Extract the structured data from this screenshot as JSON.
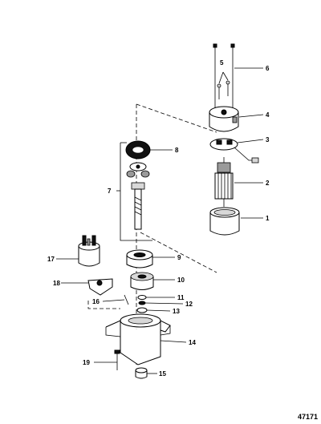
{
  "figure_number": "47171",
  "callouts": [
    {
      "id": "c1",
      "label": "1"
    },
    {
      "id": "c2",
      "label": "2"
    },
    {
      "id": "c3",
      "label": "3"
    },
    {
      "id": "c4",
      "label": "4"
    },
    {
      "id": "c5",
      "label": "5"
    },
    {
      "id": "c6",
      "label": "6"
    },
    {
      "id": "c7",
      "label": "7"
    },
    {
      "id": "c8",
      "label": "8"
    },
    {
      "id": "c9",
      "label": "9"
    },
    {
      "id": "c10",
      "label": "10"
    },
    {
      "id": "c11",
      "label": "11"
    },
    {
      "id": "c12",
      "label": "12"
    },
    {
      "id": "c13",
      "label": "13"
    },
    {
      "id": "c14",
      "label": "14"
    },
    {
      "id": "c15",
      "label": "15"
    },
    {
      "id": "c16",
      "label": "16"
    },
    {
      "id": "c17",
      "label": "17"
    },
    {
      "id": "c18",
      "label": "18"
    },
    {
      "id": "c19",
      "label": "19"
    }
  ]
}
